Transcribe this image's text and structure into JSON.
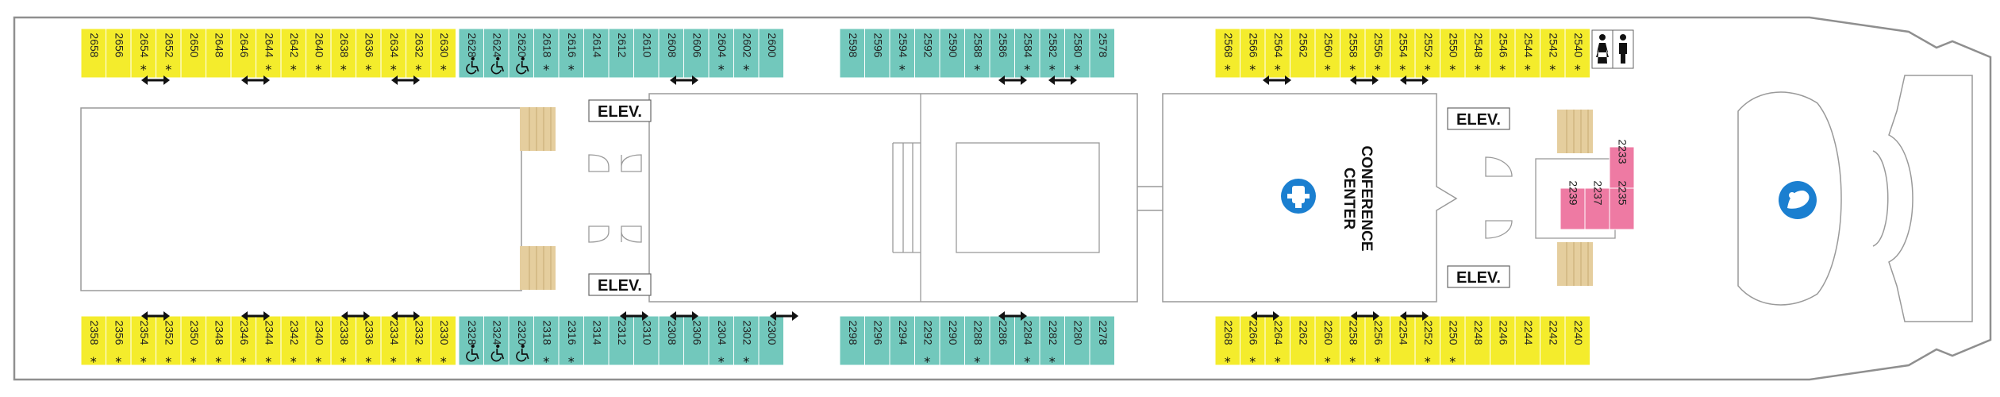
{
  "colors": {
    "standard": "#f4ec2c",
    "accessible_block": "#72c8bc",
    "suite": "#ee7aa3",
    "outline": "#888888",
    "stairs": "#e5ce9e",
    "icon_blue": "#1b7fd0"
  },
  "labels": {
    "elevator": "ELEV.",
    "conference_line1": "CONFERENCE",
    "conference_line2": "CENTER"
  },
  "star_mark": "*",
  "rows": {
    "top_aft": [
      "2658",
      "2656",
      "2654",
      "2652",
      "2650",
      "2648",
      "2646",
      "2644",
      "2642",
      "2640",
      "2638",
      "2636",
      "2634",
      "2632",
      "2630"
    ],
    "top_mid1": [
      "2628",
      "2624",
      "2620",
      "2618",
      "2616",
      "2614",
      "2612",
      "2610",
      "2608",
      "2606",
      "2604",
      "2602",
      "2600"
    ],
    "top_mid2": [
      "2598",
      "2596",
      "2594",
      "2592",
      "2590",
      "2588",
      "2586",
      "2584",
      "2582",
      "2580",
      "2578"
    ],
    "top_fwd": [
      "2568",
      "2566",
      "2564",
      "2562",
      "2560",
      "2558",
      "2556",
      "2554",
      "2552",
      "2550",
      "2548",
      "2546",
      "2544",
      "2542",
      "2540"
    ],
    "bot_aft": [
      "2358",
      "2356",
      "2354",
      "2352",
      "2350",
      "2348",
      "2346",
      "2344",
      "2342",
      "2340",
      "2338",
      "2336",
      "2334",
      "2332",
      "2330"
    ],
    "bot_mid1": [
      "2328",
      "2324",
      "2320",
      "2318",
      "2316",
      "2314",
      "2312",
      "2310",
      "2308",
      "2306",
      "2304",
      "2302",
      "2300"
    ],
    "bot_mid2": [
      "2298",
      "2296",
      "2294",
      "2292",
      "2290",
      "2288",
      "2286",
      "2284",
      "2282",
      "2280",
      "2278"
    ],
    "bot_fwd": [
      "2268",
      "2266",
      "2264",
      "2262",
      "2260",
      "2258",
      "2256",
      "2254",
      "2252",
      "2250",
      "2248",
      "2246",
      "2244",
      "2242",
      "2240"
    ],
    "suites": [
      "2233",
      "2235",
      "2237",
      "2239"
    ]
  },
  "icons": [
    "wheelchair-icon",
    "connecting-door-icon",
    "restroom-icon",
    "female-restroom-icon",
    "male-restroom-icon",
    "conference-icon",
    "spa-icon"
  ]
}
